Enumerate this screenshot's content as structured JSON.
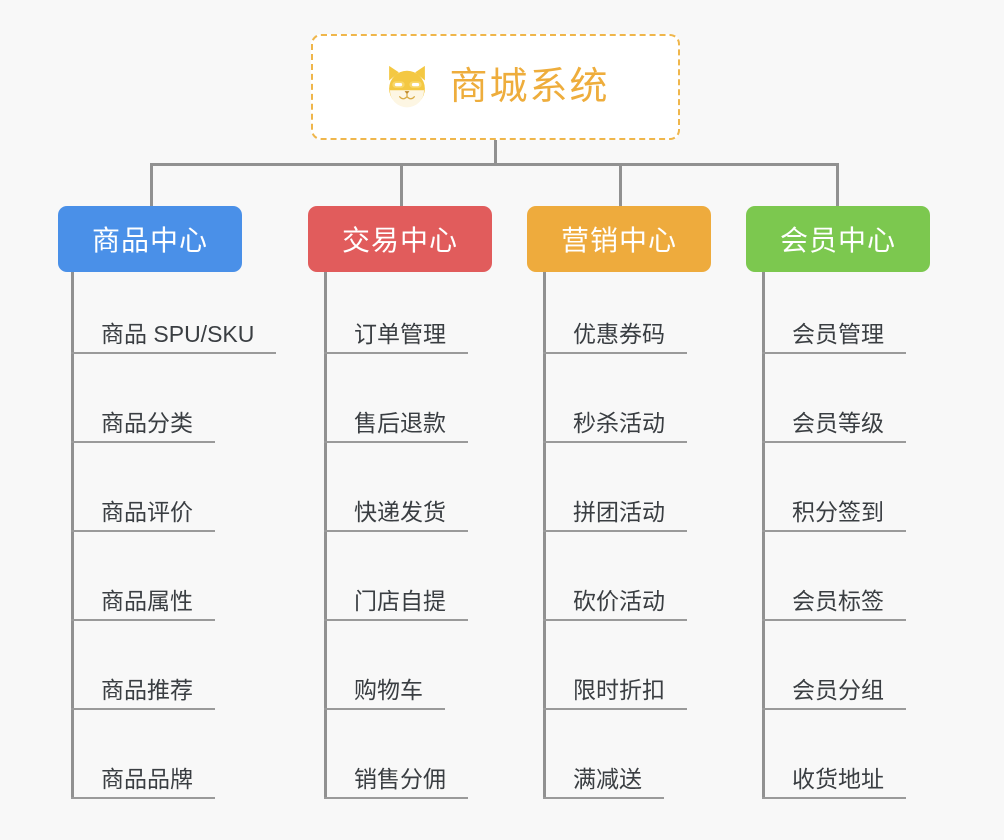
{
  "page": {
    "background_color": "#f8f8f8",
    "line_color": "#919191",
    "leaf_text_color": "#3a3e42"
  },
  "root": {
    "title": "商城系统",
    "icon": "shiba-dog-icon",
    "text_color": "#eead3c",
    "border_color": "#efb64b",
    "background_color": "#ffffff"
  },
  "branches": [
    {
      "label": "商品中心",
      "color": "#4a90e8",
      "items": [
        "商品 SPU/SKU",
        "商品分类",
        "商品评价",
        "商品属性",
        "商品推荐",
        "商品品牌"
      ]
    },
    {
      "label": "交易中心",
      "color": "#e15c5c",
      "items": [
        "订单管理",
        "售后退款",
        "快递发货",
        "门店自提",
        "购物车",
        "销售分佣"
      ]
    },
    {
      "label": "营销中心",
      "color": "#eeab3d",
      "items": [
        "优惠券码",
        "秒杀活动",
        "拼团活动",
        "砍价活动",
        "限时折扣",
        "满减送"
      ]
    },
    {
      "label": "会员中心",
      "color": "#7cc84f",
      "items": [
        "会员管理",
        "会员等级",
        "积分签到",
        "会员标签",
        "会员分组",
        "收货地址"
      ]
    }
  ]
}
